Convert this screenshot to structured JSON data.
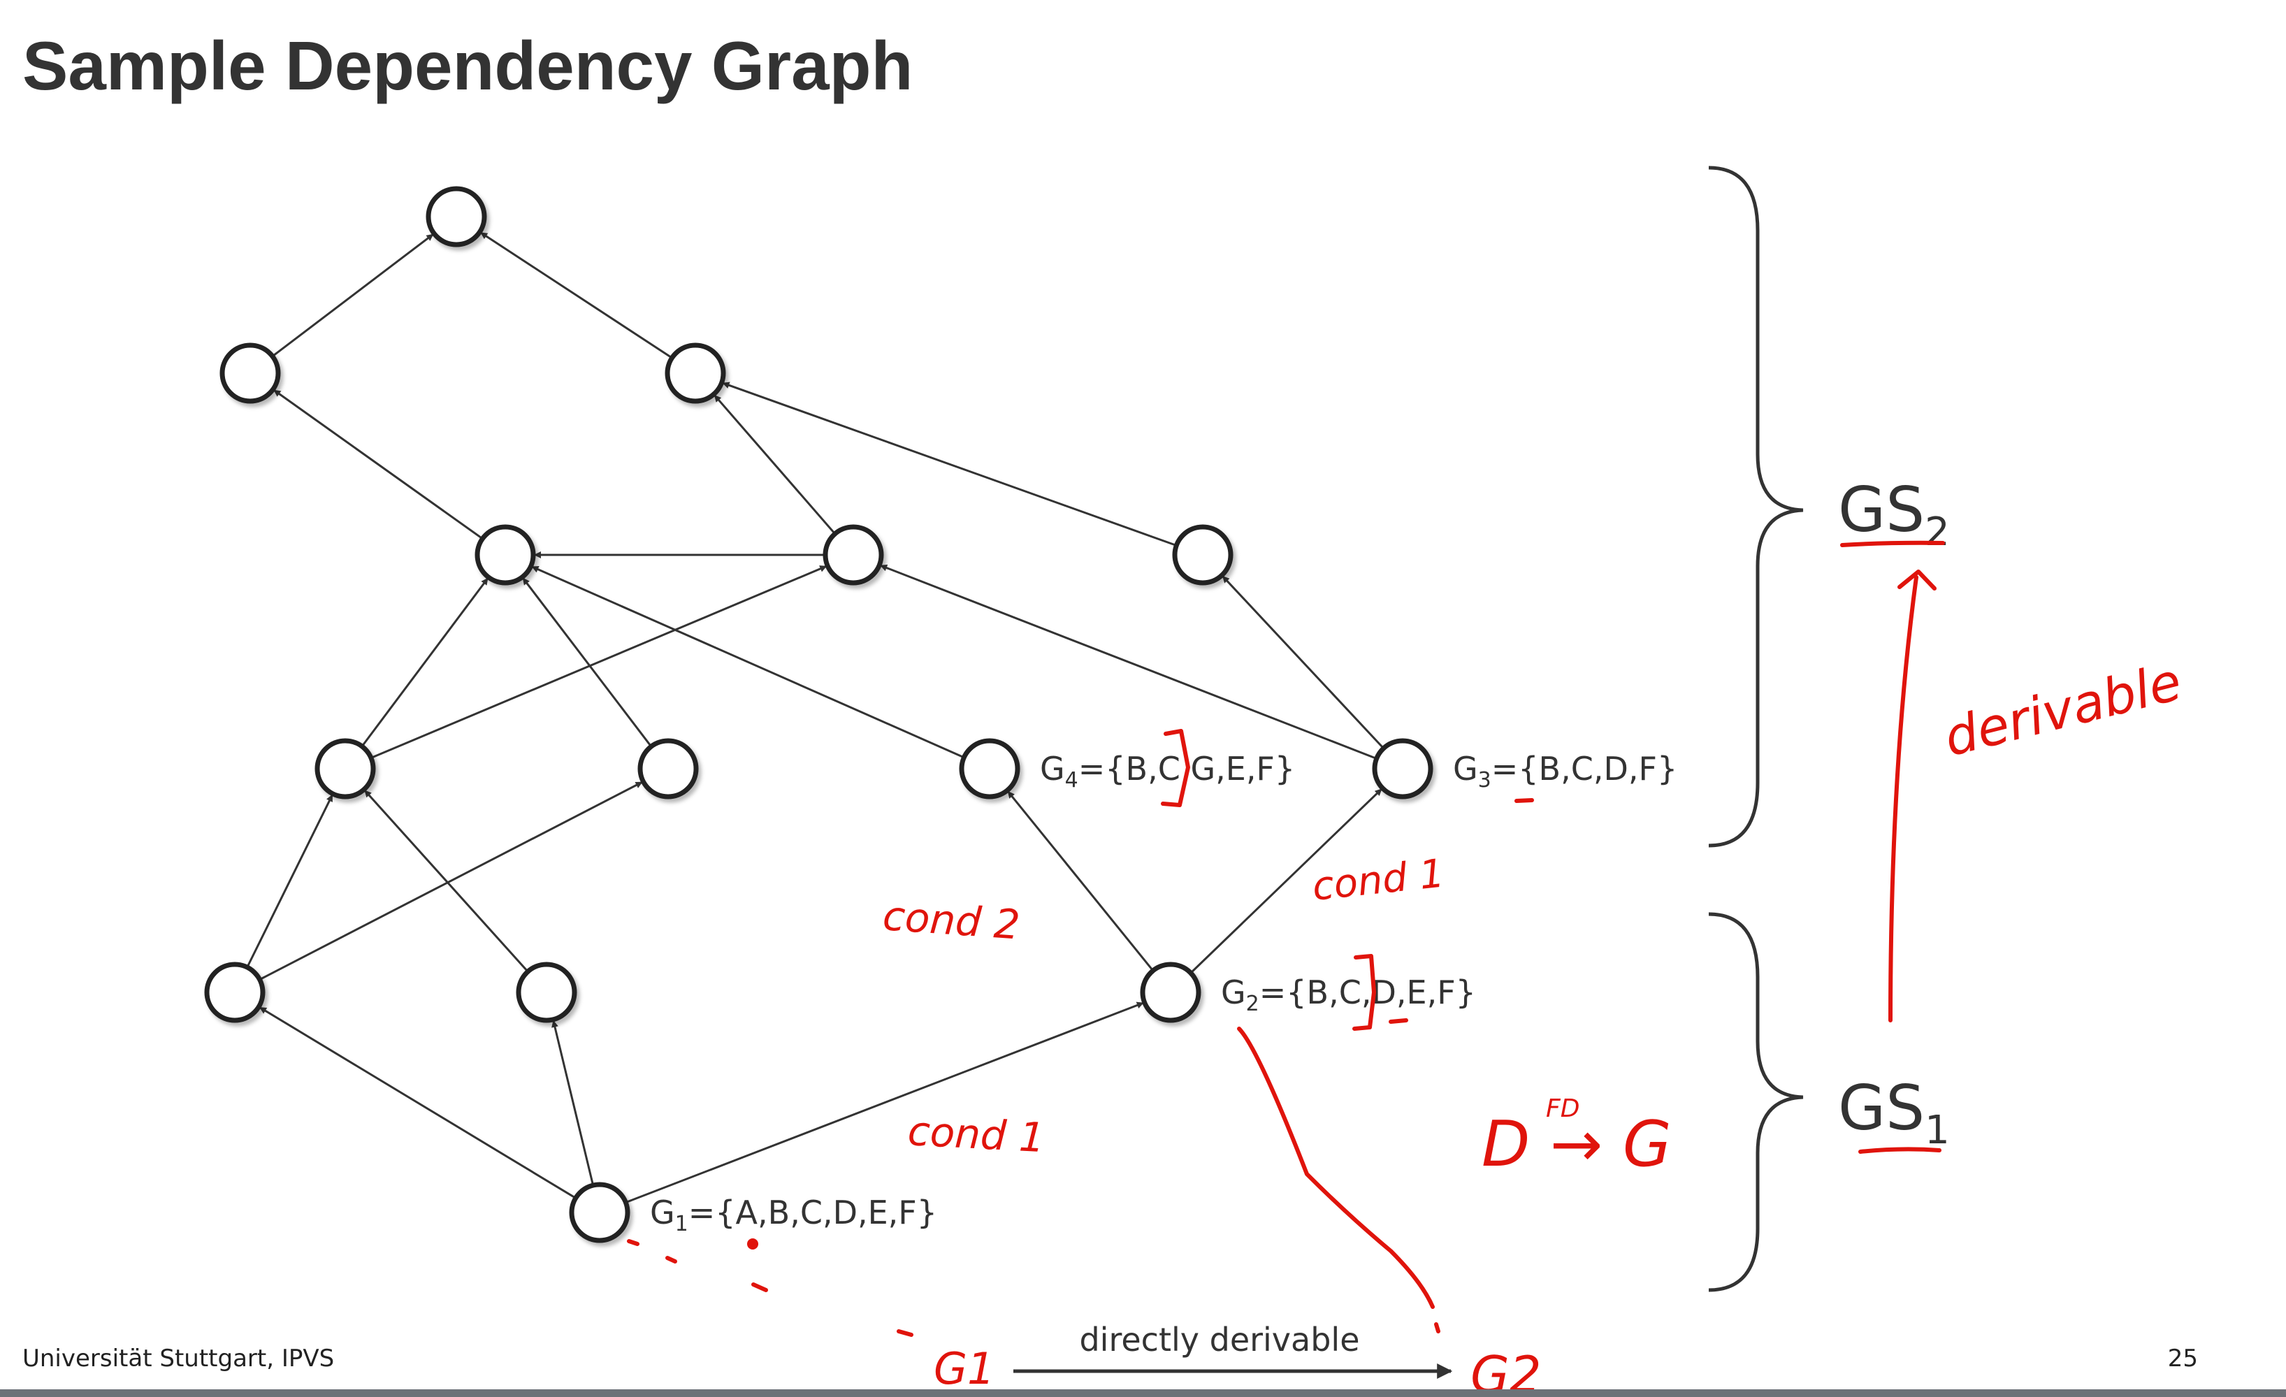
{
  "slide": {
    "title": "Sample Dependency Graph",
    "footer_left": "Universität Stuttgart, IPVS",
    "page_number": "25"
  },
  "graph": {
    "nodes": [
      {
        "id": "top"
      },
      {
        "id": "l2a"
      },
      {
        "id": "l2b"
      },
      {
        "id": "l3a"
      },
      {
        "id": "l3b"
      },
      {
        "id": "l3c"
      },
      {
        "id": "l4a"
      },
      {
        "id": "l4b"
      },
      {
        "id": "g4",
        "label": "G",
        "sub": "4",
        "set": "={B,C,G,E,F}"
      },
      {
        "id": "g3",
        "label": "G",
        "sub": "3",
        "set": "={B,C,D,F}"
      },
      {
        "id": "l5a"
      },
      {
        "id": "l5b"
      },
      {
        "id": "g2",
        "label": "G",
        "sub": "2",
        "set": "={B,C,D,E,F}"
      },
      {
        "id": "g1",
        "label": "G",
        "sub": "1",
        "set": "={A,B,C,D,E,F}"
      }
    ],
    "edges": [
      [
        "l2a",
        "top"
      ],
      [
        "l2b",
        "top"
      ],
      [
        "l3a",
        "l2a"
      ],
      [
        "l3b",
        "l2b"
      ],
      [
        "l3c",
        "l2b"
      ],
      [
        "l3b",
        "l3a"
      ],
      [
        "l4a",
        "l3a"
      ],
      [
        "l4a",
        "l3b"
      ],
      [
        "l4b",
        "l3a"
      ],
      [
        "g4",
        "l3a"
      ],
      [
        "g3",
        "l3b"
      ],
      [
        "g3",
        "l3c"
      ],
      [
        "l5a",
        "l4a"
      ],
      [
        "l5a",
        "l4b"
      ],
      [
        "l5b",
        "l4a"
      ],
      [
        "g2",
        "g4"
      ],
      [
        "g2",
        "g3"
      ],
      [
        "g1",
        "l5a"
      ],
      [
        "g1",
        "l5b"
      ],
      [
        "g1",
        "g2"
      ]
    ]
  },
  "groups": [
    {
      "label": "GS",
      "sub": "2"
    },
    {
      "label": "GS",
      "sub": "1"
    }
  ],
  "annotations": {
    "arrow_caption": "directly derivable",
    "handwritten": {
      "cond2": "cond 2",
      "cond1_upper": "cond 1",
      "cond1_lower": "cond 1",
      "derivable": "derivable",
      "fd": "D → G",
      "fd_label": "FD",
      "g1_short": "G1",
      "g2_short": "G2"
    }
  },
  "colors": {
    "text": "#333333",
    "stroke": "#333333",
    "ink": "#e0140c"
  }
}
